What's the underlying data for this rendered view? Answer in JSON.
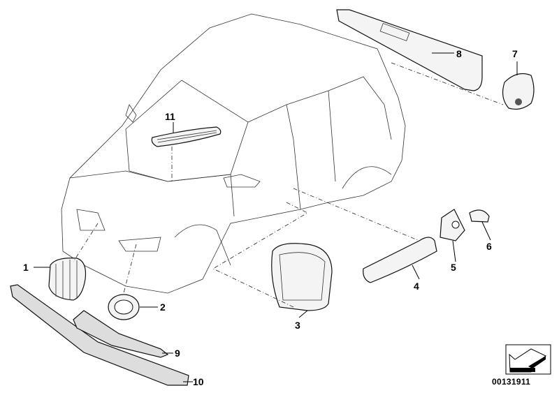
{
  "callouts": [
    "1",
    "2",
    "3",
    "4",
    "5",
    "6",
    "7",
    "8",
    "9",
    "10",
    "11"
  ],
  "diagram_code": "00131911"
}
